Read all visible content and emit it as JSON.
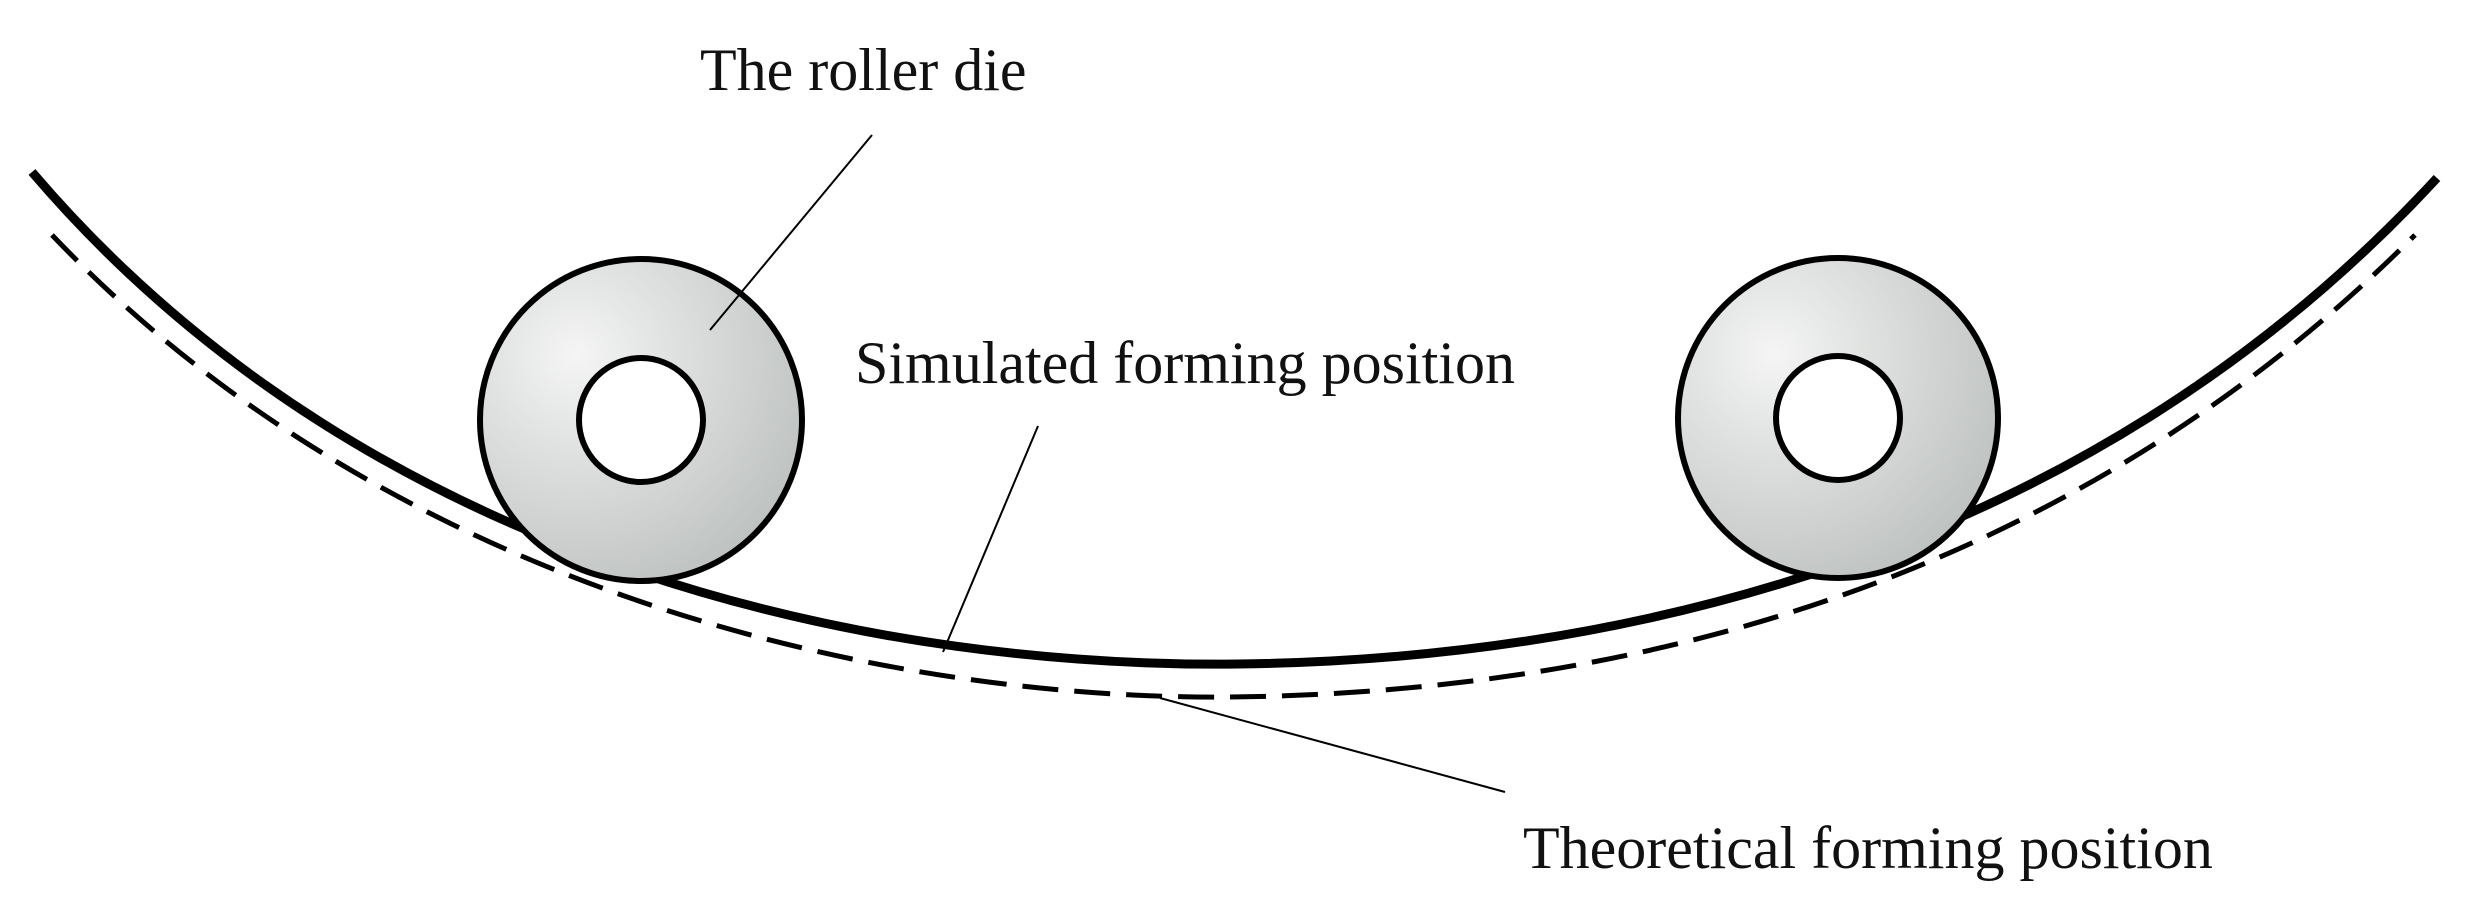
{
  "labels": {
    "roller_die": "The roller die",
    "simulated": "Simulated forming position",
    "theoretical": "Theoretical forming position"
  },
  "colors": {
    "stroke": "#000000",
    "roller_fill_light": "#f4f5f4",
    "roller_fill_dark": "#b9bdbb",
    "background": "#ffffff"
  },
  "legend_styles": {
    "simulated": "solid",
    "theoretical": "dashed"
  }
}
